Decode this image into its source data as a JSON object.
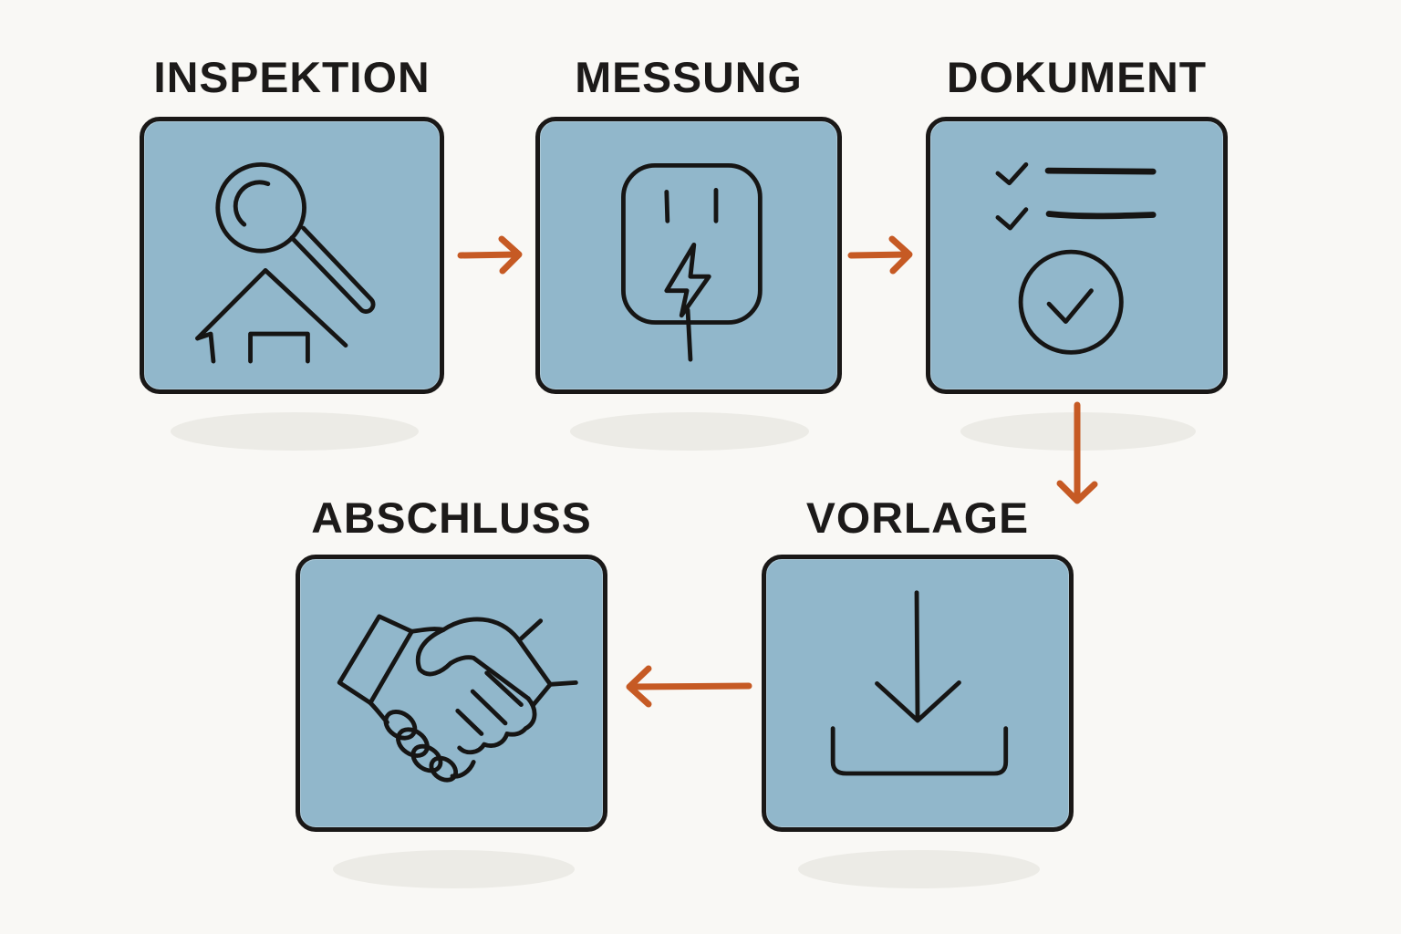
{
  "diagram": {
    "type": "process-flow",
    "colors": {
      "background": "#f9f8f5",
      "box_fill": "#91b7cb",
      "box_border": "#1a1817",
      "icon_stroke": "#161514",
      "arrow": "#c65a24",
      "label_text": "#1c1a19",
      "shadow": "#ecebe6"
    },
    "steps": [
      {
        "id": "inspektion",
        "label": "INSPEKTION",
        "icon": "house-magnifier-icon",
        "order": 1
      },
      {
        "id": "messung",
        "label": "MESSUNG",
        "icon": "power-outlet-lightning-icon",
        "order": 2
      },
      {
        "id": "dokument",
        "label": "DOKUMENT",
        "icon": "checklist-approved-icon",
        "order": 3
      },
      {
        "id": "vorlage",
        "label": "VORLAGE",
        "icon": "download-tray-icon",
        "order": 4
      },
      {
        "id": "abschluss",
        "label": "ABSCHLUSS",
        "icon": "handshake-icon",
        "order": 5
      }
    ],
    "connections": [
      {
        "from": "inspektion",
        "to": "messung",
        "direction": "right"
      },
      {
        "from": "messung",
        "to": "dokument",
        "direction": "right"
      },
      {
        "from": "dokument",
        "to": "vorlage",
        "direction": "down"
      },
      {
        "from": "vorlage",
        "to": "abschluss",
        "direction": "left"
      }
    ]
  }
}
